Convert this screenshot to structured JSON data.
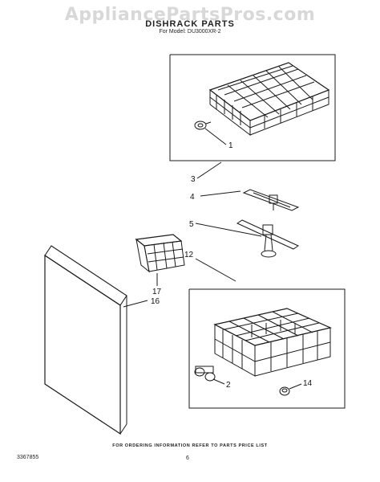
{
  "watermark": "AppliancePartsPros.com",
  "title": "DISHRACK PARTS",
  "subtitle": "For Model: DU3000XR-2",
  "callouts": {
    "c1": "1",
    "c2": "2",
    "c3": "3",
    "c4": "4",
    "c5": "5",
    "c12": "12",
    "c14": "14",
    "c16": "16",
    "c17": "17"
  },
  "footer": {
    "ordering_note": "FOR ORDERING INFORMATION REFER TO PARTS PRICE LIST",
    "doc_number": "3367855",
    "page_number": "6"
  },
  "colors": {
    "line": "#1a1a1a",
    "watermark": "#d8d8d8"
  }
}
